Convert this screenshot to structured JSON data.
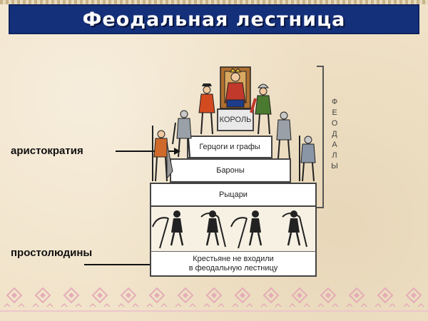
{
  "title": "Феодальная лестница",
  "labels": {
    "aristocracy": "аристократия",
    "commoners": "простолюдины"
  },
  "tiers": {
    "king": "КОРОЛЬ",
    "dukes": "Герцоги и графы",
    "barons": "Бароны",
    "knights": "Рыцари",
    "peasants_line1": "Крестьяне не входили",
    "peasants_line2": "в феодальную лестницу"
  },
  "bracket_label": "ФЕОДАЛЫ",
  "colors": {
    "title_bg": "#15307a",
    "background": "#f1e3c9",
    "ornament": "#e0a0b0"
  }
}
